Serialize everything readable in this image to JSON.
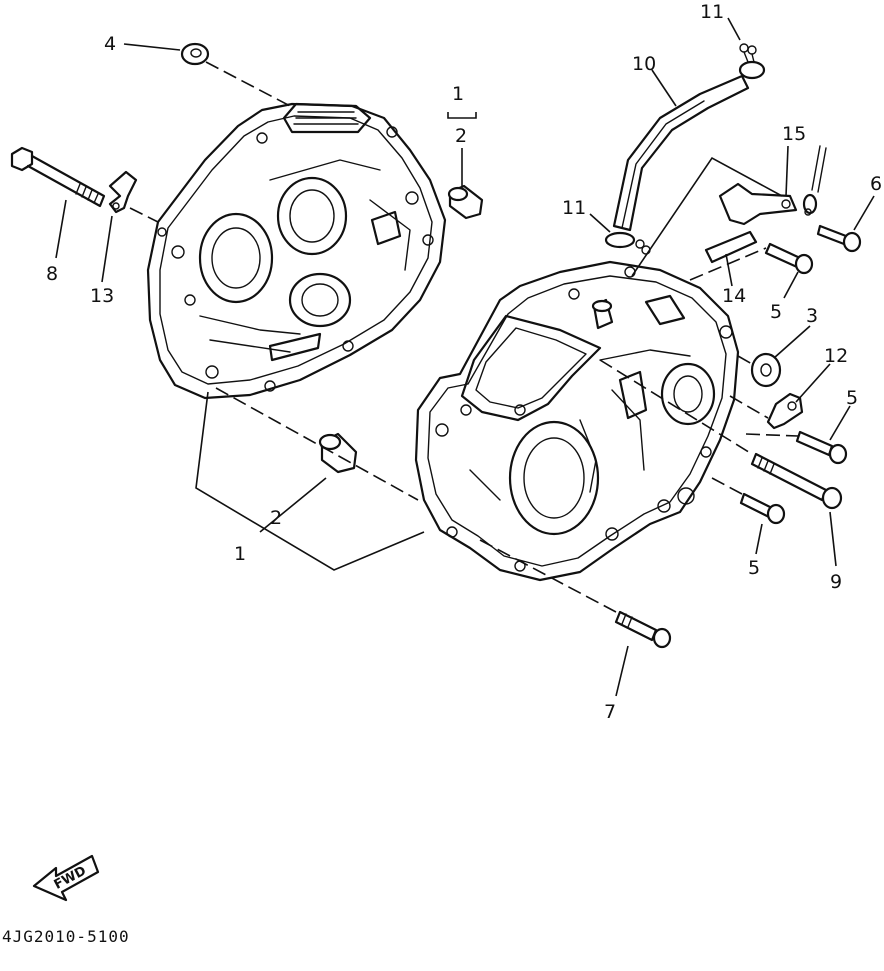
{
  "diagram": {
    "callouts": {
      "c1_left": "1",
      "c1_top": "1",
      "c2_left": "2",
      "c2_top": "2",
      "c3": "3",
      "c4": "4",
      "c5_a": "5",
      "c5_b": "5",
      "c5_c": "5",
      "c6": "6",
      "c7": "7",
      "c8": "8",
      "c9": "9",
      "c10": "10",
      "c11_top": "11",
      "c11_mid": "11",
      "c12": "12",
      "c13": "13",
      "c14": "14",
      "c15": "15"
    },
    "fwd_label": "FWD",
    "drawing_code": "4JG2010-5100"
  }
}
